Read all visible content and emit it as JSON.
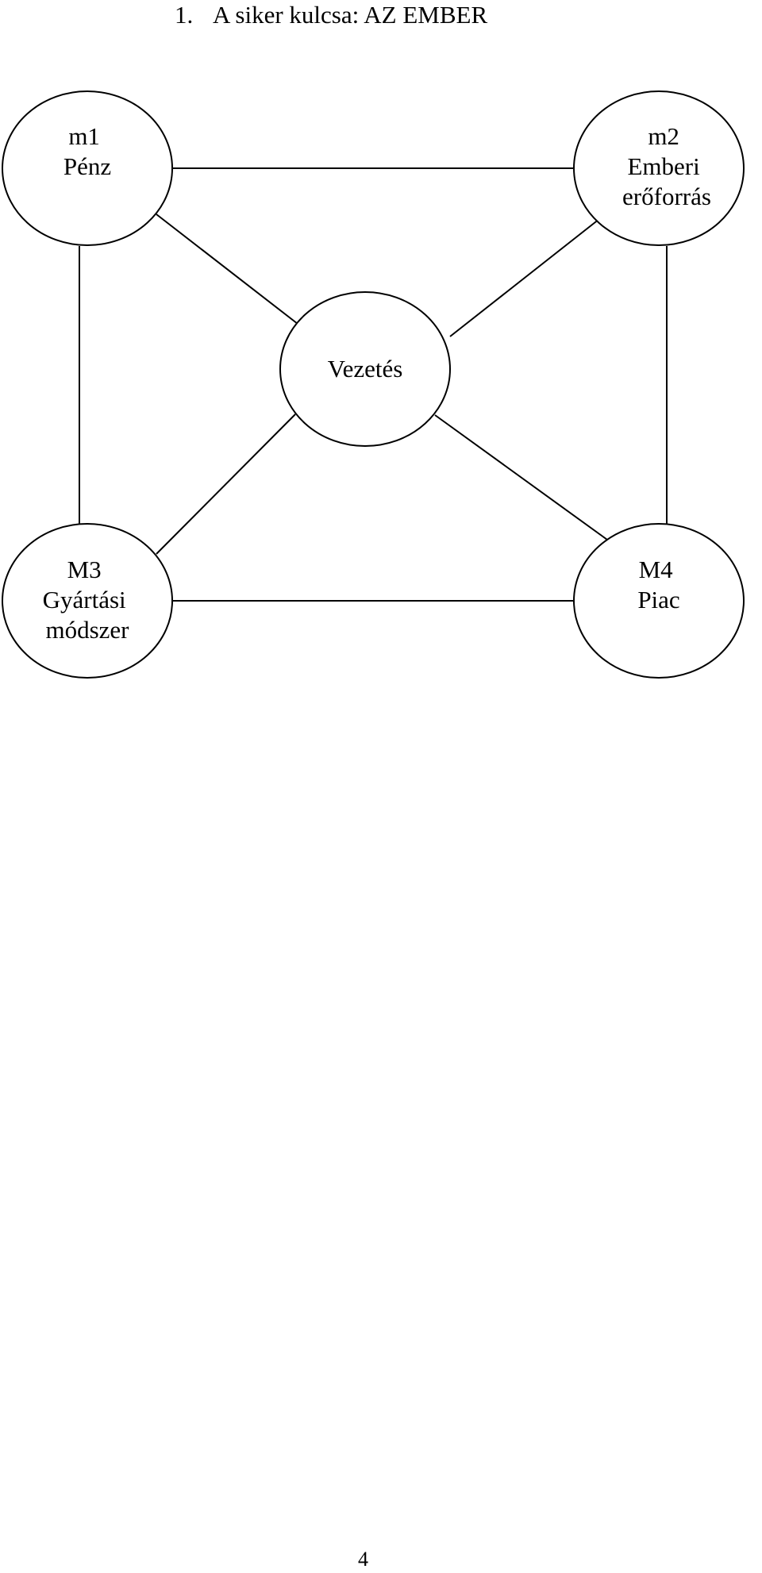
{
  "heading": {
    "number": "1.",
    "text": "A siker kulcsa: AZ EMBER"
  },
  "diagram": {
    "nodes": [
      {
        "id": "m1",
        "lines": [
          "m1",
          "Pénz"
        ]
      },
      {
        "id": "m2",
        "lines": [
          "m2",
          "Emberi",
          "erőforrás"
        ]
      },
      {
        "id": "center",
        "lines": [
          "Vezetés"
        ]
      },
      {
        "id": "m3",
        "lines": [
          "M3",
          "Gyártási",
          "módszer"
        ]
      },
      {
        "id": "m4",
        "lines": [
          "M4",
          "Piac"
        ]
      }
    ],
    "edges": [
      [
        "m1",
        "m2"
      ],
      [
        "m1",
        "m3"
      ],
      [
        "m2",
        "m4"
      ],
      [
        "m3",
        "m4"
      ],
      [
        "m1",
        "center"
      ],
      [
        "m2",
        "center"
      ],
      [
        "m3",
        "center"
      ],
      [
        "m4",
        "center"
      ]
    ]
  },
  "footer": {
    "page_number": "4"
  }
}
